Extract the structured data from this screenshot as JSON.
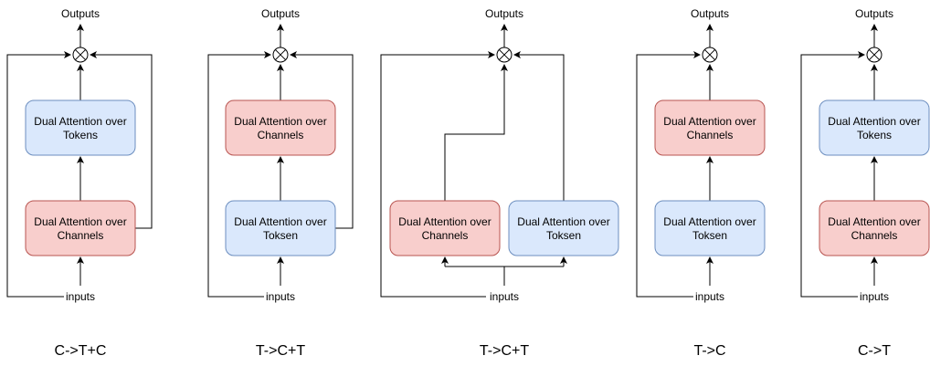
{
  "colors": {
    "channels_fill": "#f8cecc",
    "channels_stroke": "#b85450",
    "tokens_fill": "#dae8fc",
    "tokens_stroke": "#6c8ebf"
  },
  "panels": [
    {
      "outputs_label": "Outputs",
      "inputs_label": "inputs",
      "caption": "C->T+C",
      "boxes": [
        {
          "kind": "tokens",
          "line1": "Dual Attention over",
          "line2": "Tokens"
        },
        {
          "kind": "channels",
          "line1": "Dual Attention over",
          "line2": "Channels"
        }
      ]
    },
    {
      "outputs_label": "Outputs",
      "inputs_label": "inputs",
      "caption": "T->C+T",
      "boxes": [
        {
          "kind": "channels",
          "line1": "Dual Attention over",
          "line2": "Channels"
        },
        {
          "kind": "tokens",
          "line1": "Dual Attention over",
          "line2": "Toksen"
        }
      ]
    },
    {
      "outputs_label": "Outputs",
      "inputs_label": "inputs",
      "caption": "T->C+T",
      "boxes": [
        {
          "kind": "channels",
          "line1": "Dual Attention over",
          "line2": "Channels"
        },
        {
          "kind": "tokens",
          "line1": "Dual Attention over",
          "line2": "Toksen"
        }
      ]
    },
    {
      "outputs_label": "Outputs",
      "inputs_label": "inputs",
      "caption": "T->C",
      "boxes": [
        {
          "kind": "channels",
          "line1": "Dual Attention over",
          "line2": "Channels"
        },
        {
          "kind": "tokens",
          "line1": "Dual Attention over",
          "line2": "Toksen"
        }
      ]
    },
    {
      "outputs_label": "Outputs",
      "inputs_label": "inputs",
      "caption": "C->T",
      "boxes": [
        {
          "kind": "tokens",
          "line1": "Dual Attention over",
          "line2": "Tokens"
        },
        {
          "kind": "channels",
          "line1": "Dual Attention over",
          "line2": "Channels"
        }
      ]
    }
  ]
}
